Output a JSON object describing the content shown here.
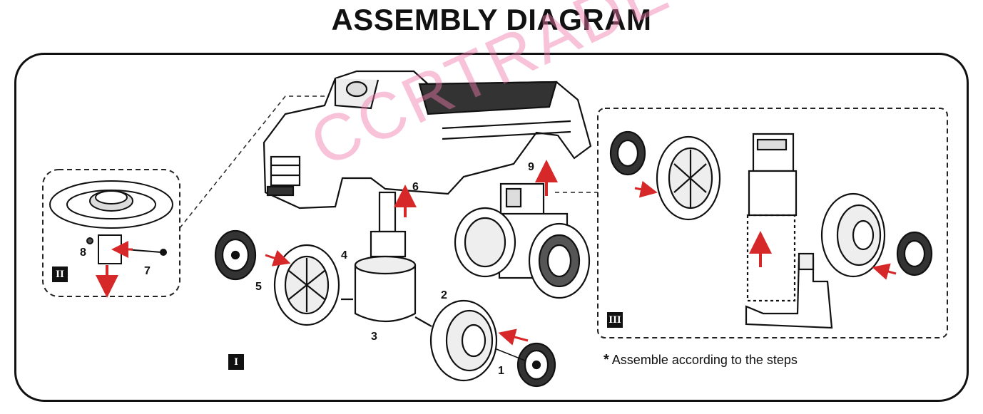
{
  "title": "ASSEMBLY DIAGRAM",
  "watermark": "CCRTRADE",
  "note": {
    "symbol": "*",
    "text": "Assemble according to the steps"
  },
  "steps": {
    "one": "I",
    "two": "II",
    "three": "III"
  },
  "part_numbers": {
    "n1": "1",
    "n2": "2",
    "n3": "3",
    "n4": "4",
    "n5": "5",
    "n6": "6",
    "n7": "7",
    "n8": "8",
    "n9": "9"
  },
  "colors": {
    "arrow": "#d62828",
    "ink": "#111111",
    "watermark": "#f078aa"
  }
}
